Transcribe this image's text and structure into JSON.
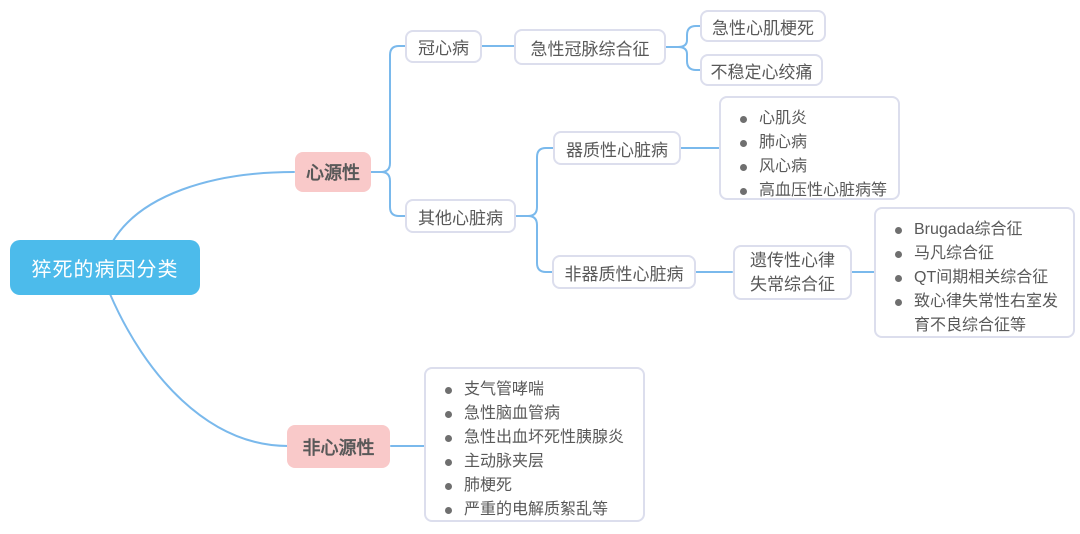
{
  "mindmap": {
    "root_label": "猝死的病因分类",
    "cardiogenic": "心源性",
    "coronary": "冠心病",
    "acs": "急性冠脉综合征",
    "ami": "急性心肌梗死",
    "unstable_angina": "不稳定心绞痛",
    "other_heart": "其他心脏病",
    "organic_heart": "器质性心脏病",
    "organic_items": [
      "心肌炎",
      "肺心病",
      "风心病",
      "高血压性心脏病等"
    ],
    "non_organic_heart": "非器质性心脏病",
    "hereditary_arrhythmia": "遗传性心律失常综合征",
    "hereditary_items": [
      "Brugada综合征",
      "马凡综合征",
      "QT间期相关综合征",
      "致心律失常性右室发育不良综合征等"
    ],
    "non_cardiogenic": "非心源性",
    "non_cardiogenic_items": [
      "支气管哮喘",
      "急性脑血管病",
      "急性出血坏死性胰腺炎",
      "主动脉夹层",
      "肺梗死",
      "严重的电解质絮乱等"
    ]
  },
  "colors": {
    "root_bg": "#4CBBEB",
    "root_text": "#FFFFFF",
    "branch_bg": "#F9C9C9",
    "node_border": "#DCDEED",
    "node_text": "#595959",
    "connector_line": "#7AB9EC",
    "bullet_dot": "#6F6F6F"
  }
}
